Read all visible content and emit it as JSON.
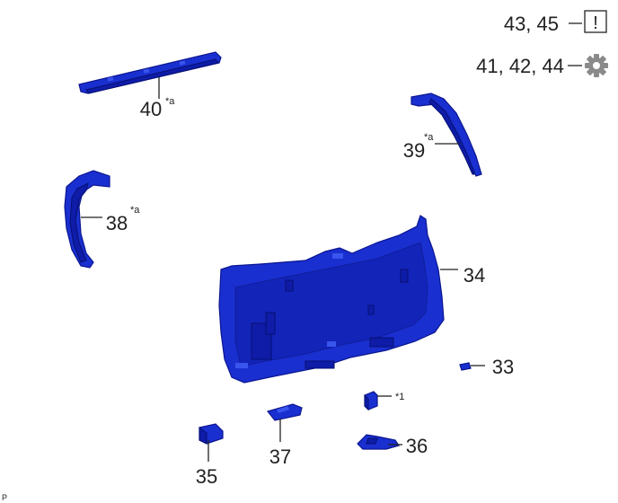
{
  "header": {
    "caution_refs": "43, 45",
    "caution_symbol": "!",
    "tool_refs": "41, 42, 44"
  },
  "icons": {
    "caution": "caution-box-icon",
    "tool": "gear-icon"
  },
  "parts": [
    {
      "number": "40",
      "note": "*a"
    },
    {
      "number": "39",
      "note": "*a"
    },
    {
      "number": "38",
      "note": "*a"
    },
    {
      "number": "34",
      "note": ""
    },
    {
      "number": "33",
      "note": ""
    },
    {
      "number": "",
      "note": "*1"
    },
    {
      "number": "36",
      "note": ""
    },
    {
      "number": "37",
      "note": ""
    },
    {
      "number": "35",
      "note": ""
    }
  ],
  "footer_code": "P",
  "colors": {
    "part_fill": "#1a2fd0",
    "part_shadow": "#0e1ca8",
    "text": "#222222"
  }
}
